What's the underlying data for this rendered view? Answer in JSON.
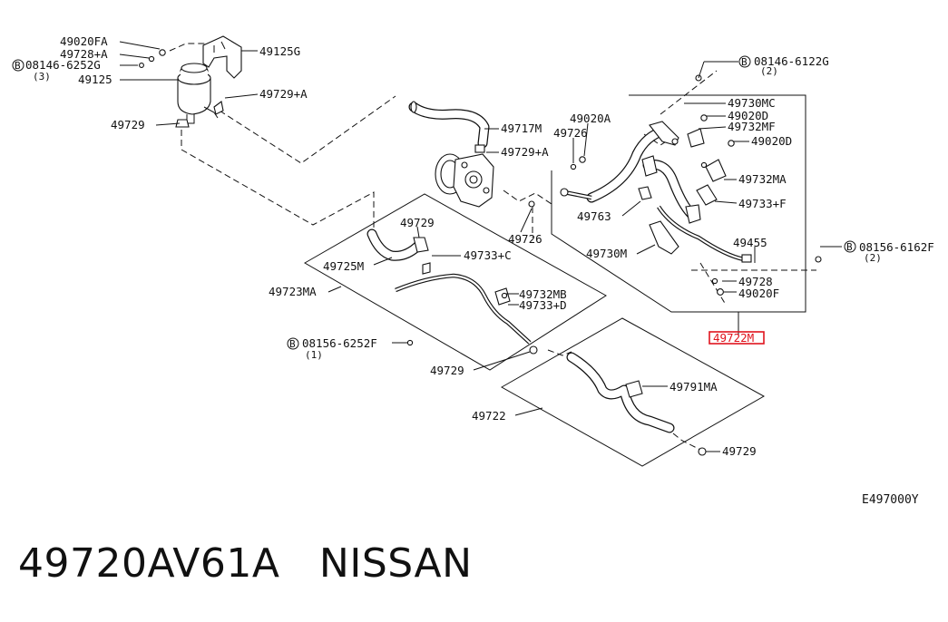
{
  "footer": {
    "part_number": "49720AV61A",
    "brand": "NISSAN"
  },
  "diagram_ref": "E497000Y",
  "labels": {
    "l49020FA": "49020FA",
    "l49728A": "49728+A",
    "l08146_6252G": "08146-6252G",
    "l08146_6252G_q": "(3)",
    "l49125": "49125",
    "l49125G": "49125G",
    "l49729A": "49729+A",
    "l49729_a": "49729",
    "l49717M": "49717M",
    "l49729A_b": "49729+A",
    "l49020A": "49020A",
    "l49726_a": "49726",
    "l08146_6122G": "08146-6122G",
    "l08146_6122G_q": "(2)",
    "l49730MC": "49730MC",
    "l49020D_a": "49020D",
    "l49732MF": "49732MF",
    "l49020D_b": "49020D",
    "l49732MA": "49732MA",
    "l49733F": "49733+F",
    "l49763": "49763",
    "l49455": "49455",
    "l49730M": "49730M",
    "l08156_6162F": "08156-6162F",
    "l08156_6162F_q": "(2)",
    "l49728": "49728",
    "l49020F": "49020F",
    "l49722M": "49722M",
    "l49726_b": "49726",
    "l49729_b": "49729",
    "l49725M": "49725M",
    "l49733C": "49733+C",
    "l49723MA": "49723MA",
    "l49732MB": "49732MB",
    "l49733D": "49733+D",
    "l08156_6252F": "08156-6252F",
    "l08156_6252F_q": "(1)",
    "l49729_c": "49729",
    "l49791MA": "49791MA",
    "l49722": "49722",
    "l49729_d": "49729",
    "bolt_mark": "B"
  },
  "highlight": {
    "part": "49722M",
    "color": "#e0141e"
  }
}
